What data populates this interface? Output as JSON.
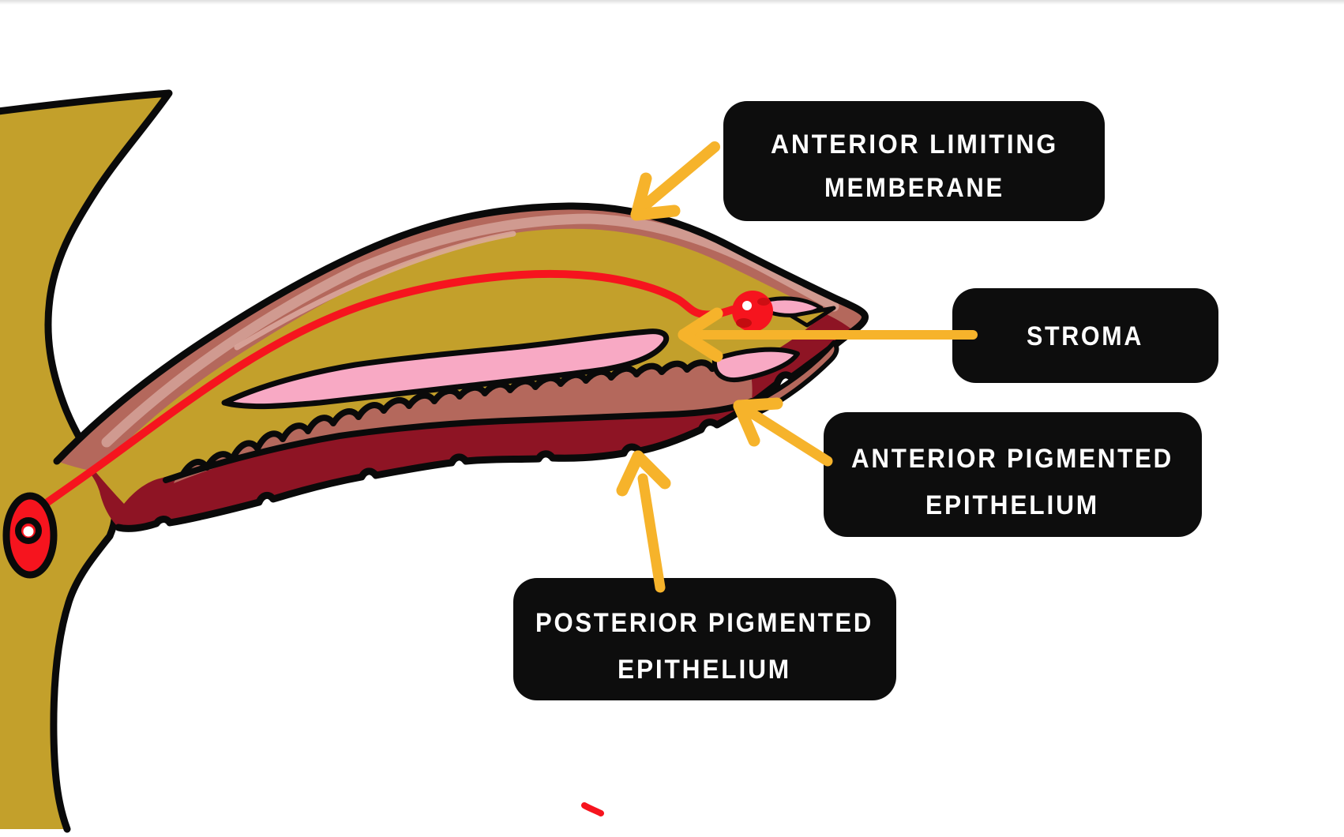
{
  "diagram": {
    "subject": "iris cross-section sketch",
    "labels": {
      "anterior_limiting_membrane": {
        "line1": "ANTERIOR LIMITING",
        "line2": "MEMBERANE"
      },
      "stroma": {
        "line1": "STROMA"
      },
      "anterior_pigmented_epithelium": {
        "line1": "ANTERIOR PIGMENTED",
        "line2": "EPITHELIUM"
      },
      "posterior_pigmented_epithelium": {
        "line1": "POSTERIOR PIGMENTED",
        "line2": "EPITHELIUM"
      }
    },
    "colors": {
      "background": "#ffffff",
      "label_bg": "#0d0d0d",
      "label_text": "#ffffff",
      "arrow_yellow": "#f6b32b",
      "stroma_olive": "#c3a02b",
      "border_rose": "#b4685c",
      "rose_highlight": "#d09a90",
      "rose_highlight_light": "#dcaaa0",
      "pink_layer": "#f8a9c4",
      "maroon_layer": "#8e1424",
      "vessel_red": "#f6141e",
      "vessel_dark": "#c30d10",
      "outline_black": "#0a0a0a",
      "white": "#ffffff"
    }
  }
}
